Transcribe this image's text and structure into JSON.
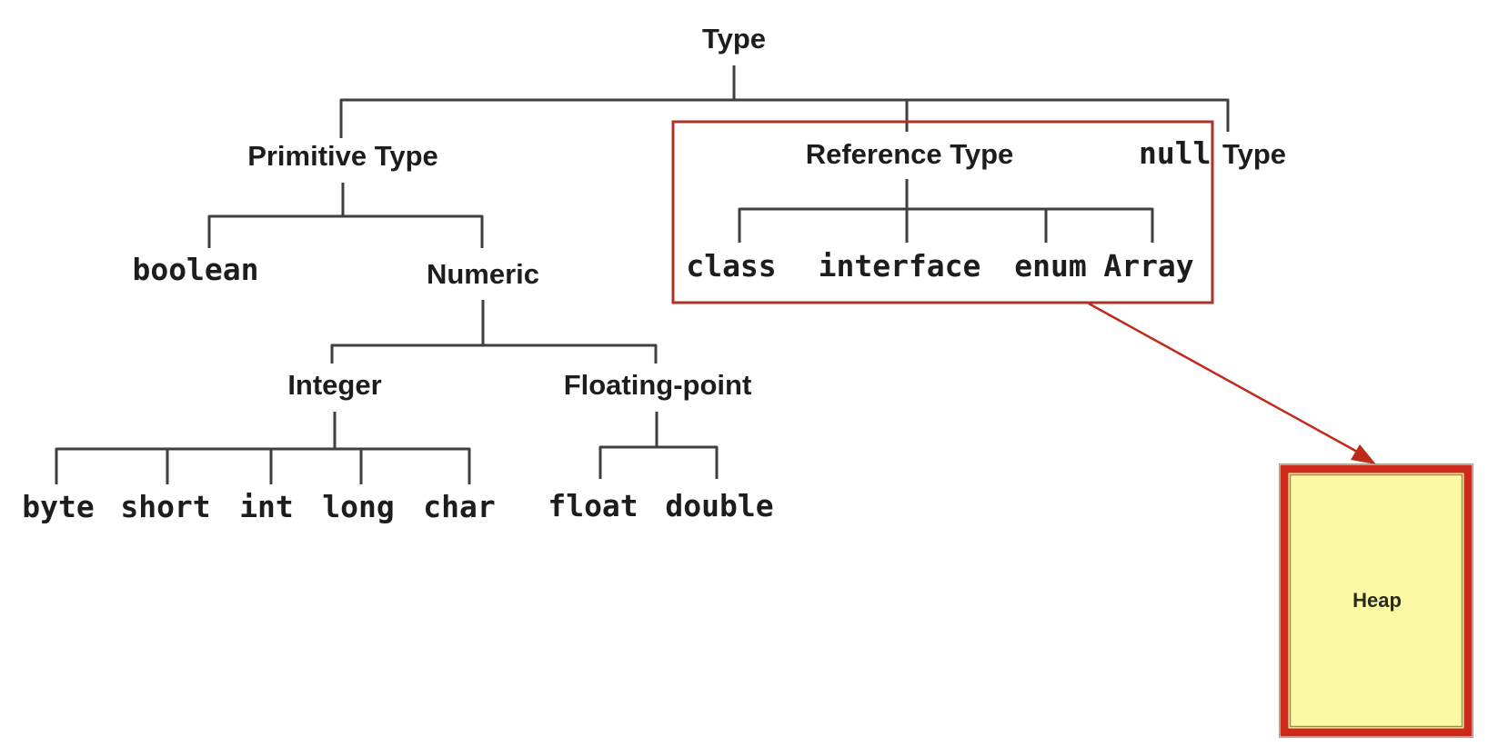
{
  "tree": {
    "label": "Type",
    "children": [
      {
        "label": "Primitive Type",
        "children": [
          {
            "label": "boolean"
          },
          {
            "label": "Numeric",
            "children": [
              {
                "label": "Integer",
                "children": [
                  {
                    "label": "byte"
                  },
                  {
                    "label": "short"
                  },
                  {
                    "label": "int"
                  },
                  {
                    "label": "long"
                  },
                  {
                    "label": "char"
                  }
                ]
              },
              {
                "label": "Floating-point",
                "children": [
                  {
                    "label": "float"
                  },
                  {
                    "label": "double"
                  }
                ]
              }
            ]
          }
        ]
      },
      {
        "label": "Reference Type",
        "highlighted": true,
        "children": [
          {
            "label": "class"
          },
          {
            "label": "interface"
          },
          {
            "label": "enum"
          },
          {
            "label": "Array"
          }
        ]
      },
      {
        "label": "null Type"
      }
    ]
  },
  "null_type": {
    "keyword": "null",
    "suffix": "Type"
  },
  "heap": {
    "label": "Heap"
  },
  "annotation": {
    "highlight_groups": "Reference Type subtree (class, interface, enum, Array)",
    "arrow_points_to": "Heap"
  },
  "colors": {
    "background": "#ffffff",
    "connector": "#3f3f3f",
    "highlight_box": "#b03127",
    "arrow": "#bf2a1d",
    "heap_fill": "#fbf9a3",
    "heap_border": "#cd2a1c",
    "heap_inner_line": "#9b8b52",
    "text": "#1d1d1d"
  }
}
